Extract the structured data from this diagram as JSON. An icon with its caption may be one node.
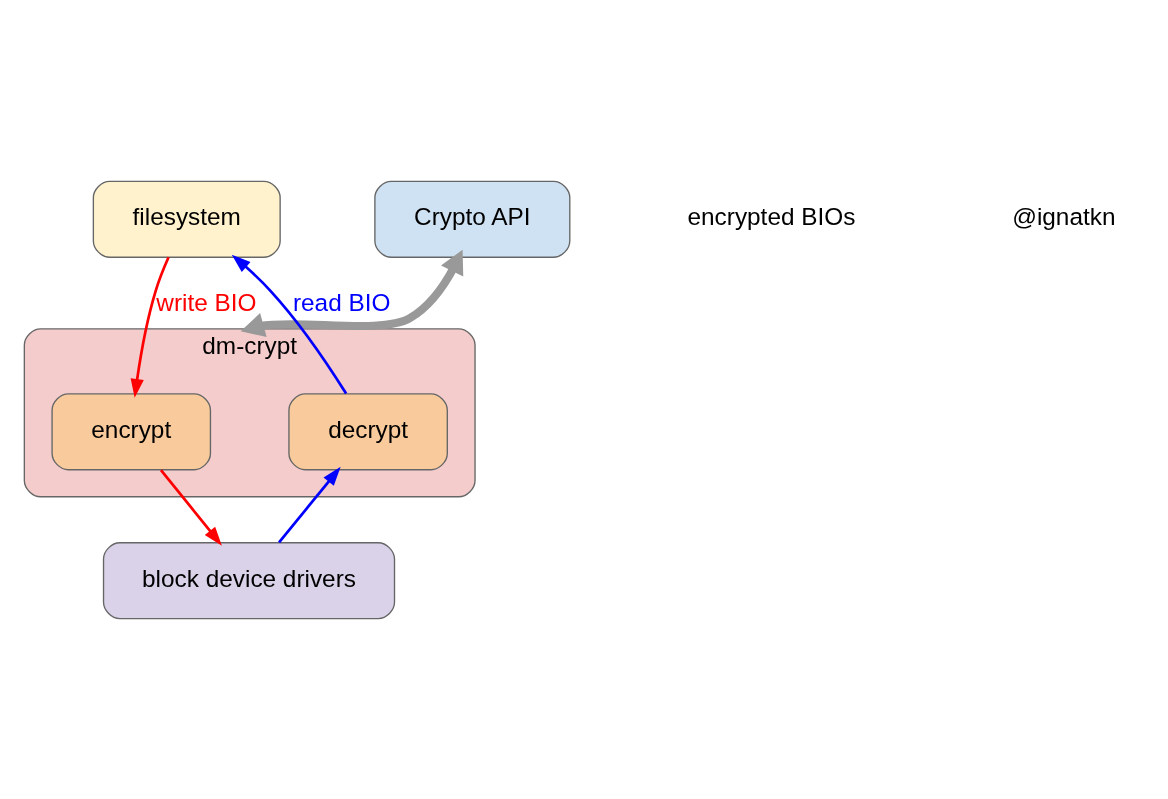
{
  "diagram": {
    "nodes": [
      {
        "text": [
          "filesystem"
        ]
      },
      {
        "text": [
          "dm-crypt"
        ]
      },
      {
        "text": [
          "encrypt"
        ],
        "in": 1
      },
      {
        "text": [
          "decrypt"
        ],
        "in": 1
      },
      {
        "text": [
          "Crypto API"
        ]
      },
      {
        "text": [
          "block device drivers"
        ]
      }
    ],
    "edges": [
      {
        "from": 0,
        "to": 2,
        "arrow": "to",
        "label": "write BIO",
        "color": "#ff0000"
      },
      {
        "from": 3,
        "to": 0,
        "arrow": "to",
        "label": "read BIO",
        "color": "#0000ff"
      },
      {
        "from": 2,
        "to": 5,
        "arrow": "to",
        "color": "#ff0000"
      },
      {
        "from": 5,
        "to": 3,
        "arrow": "to",
        "color": "#0000ff"
      },
      {
        "from": 1,
        "to": 4,
        "arrow": "both",
        "style": "thick",
        "color": "#999999"
      }
    ],
    "labels": [
      "encrypted BIOs",
      "@ignatkn"
    ]
  }
}
